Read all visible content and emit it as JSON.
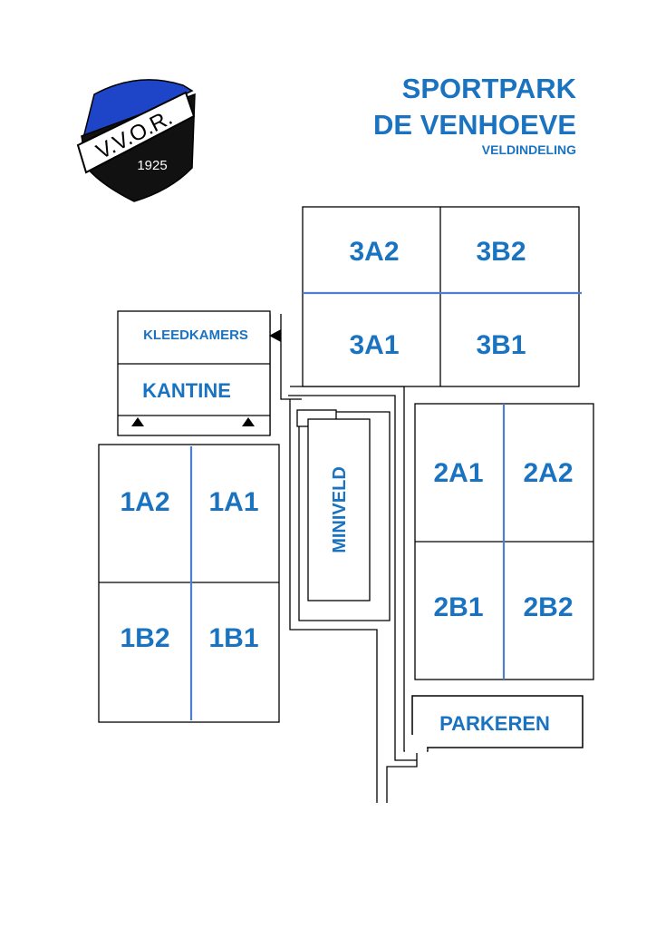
{
  "header": {
    "title_line1": "SPORTPARK",
    "title_line2": "DE VENHOEVE",
    "subtitle": "VELDINDELING"
  },
  "logo": {
    "club_letters": "V.V.O.R.",
    "founded_year": "1925",
    "colors": {
      "top": "#1e45c8",
      "bottom": "#111111",
      "band": "#ffffff"
    }
  },
  "fields": {
    "f3a2": "3A2",
    "f3b2": "3B2",
    "f3a1": "3A1",
    "f3b1": "3B1",
    "f2a1": "2A1",
    "f2a2": "2A2",
    "f2b1": "2B1",
    "f2b2": "2B2",
    "f1a2": "1A2",
    "f1a1": "1A1",
    "f1b2": "1B2",
    "f1b1": "1B1",
    "miniveld": "MINIVELD"
  },
  "buildings": {
    "kleedkamers": "KLEEDKAMERS",
    "kantine": "KANTINE"
  },
  "parking": {
    "label": "PARKEREN"
  },
  "colors": {
    "label_blue": "#1a73c1",
    "divider_blue": "#4f7ed0",
    "lines": "#000000"
  }
}
